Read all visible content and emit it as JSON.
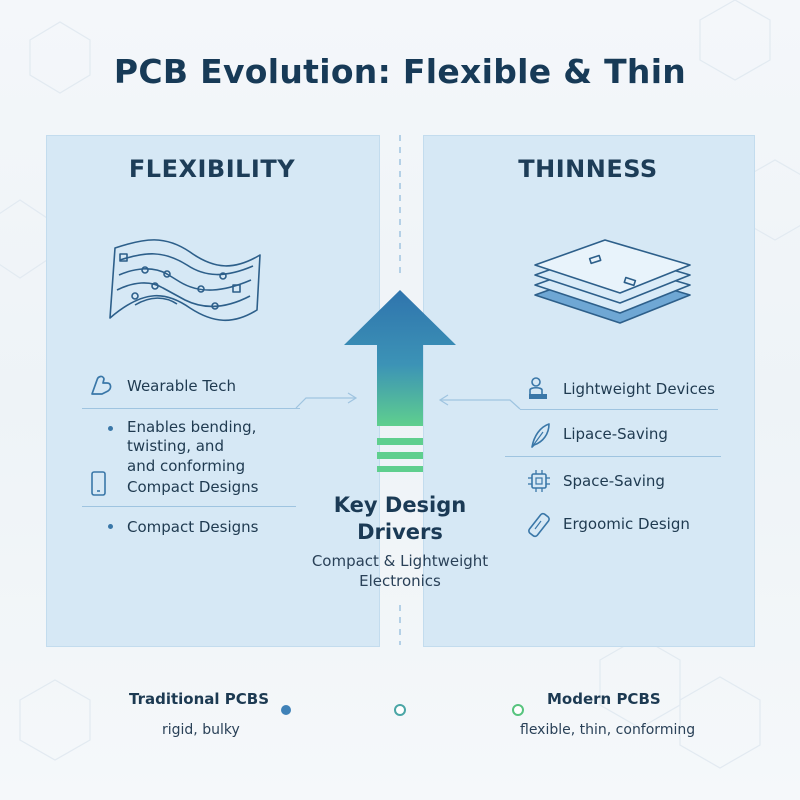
{
  "title": "PCB Evolution:  Flexible & Thin",
  "left_panel": {
    "heading": "FLEXIBILITY",
    "items": [
      {
        "icon": "flexed-arm-icon",
        "label": "Wearable Tech"
      },
      {
        "icon": "bullet",
        "label_lines": [
          "Enables bending,",
          "twisting, and",
          "and conforming"
        ]
      },
      {
        "icon": "smartphone-icon",
        "label": "Compact Designs"
      },
      {
        "icon": "bullet",
        "label": "Compact Designs"
      }
    ]
  },
  "right_panel": {
    "heading": "THINNESS",
    "items": [
      {
        "icon": "person-device-icon",
        "label": "Lightweight Devices"
      },
      {
        "icon": "feather-icon",
        "label": "Lipace-Saving"
      },
      {
        "icon": "chip-icon",
        "label": "Space-Saving"
      },
      {
        "icon": "handheld-device-icon",
        "label": "Ergoomic Design"
      }
    ]
  },
  "center": {
    "heading_lines": [
      "Key Design",
      "Drivers"
    ],
    "sub_lines": [
      "Compact & Lightweight",
      "Electronics"
    ]
  },
  "timeline": {
    "left_label": "Traditional PCBS",
    "left_sub": "rigid, bulky",
    "right_label": "Modern PCBS",
    "right_sub": "flexible, thin, conforming"
  },
  "colors": {
    "panel": "#d6e8f5",
    "title": "#173a57",
    "arrow_top": "#2f74ad",
    "arrow_bottom": "#5fcf8e",
    "timeline_blue": "#3f82b8",
    "timeline_green": "#57c47e"
  }
}
